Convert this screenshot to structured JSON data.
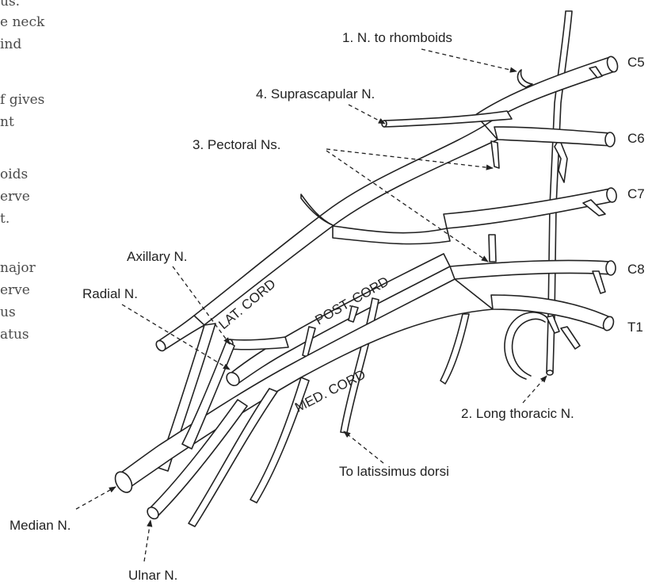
{
  "side_text": {
    "lines": [
      "us.",
      "e neck",
      "ind",
      "f gives",
      "nt",
      "oids",
      "erve",
      "t.",
      "najor",
      "erve",
      "us",
      "atus"
    ]
  },
  "roots": {
    "c5": "C5",
    "c6": "C6",
    "c7": "C7",
    "c8": "C8",
    "t1": "T1"
  },
  "cords": {
    "lateral": "LAT. CORD",
    "posterior": "POST. CORD",
    "medial": "MED. CORD"
  },
  "labels": {
    "rhomboids": "1. N. to rhomboids",
    "suprascapular": "4. Suprascapular N.",
    "pectoral": "3. Pectoral Ns.",
    "axillary": "Axillary N.",
    "radial": "Radial N.",
    "long_thoracic": "2. Long thoracic N.",
    "latissimus": "To latissimus dorsi",
    "median": "Median N.",
    "ulnar": "Ulnar N."
  }
}
